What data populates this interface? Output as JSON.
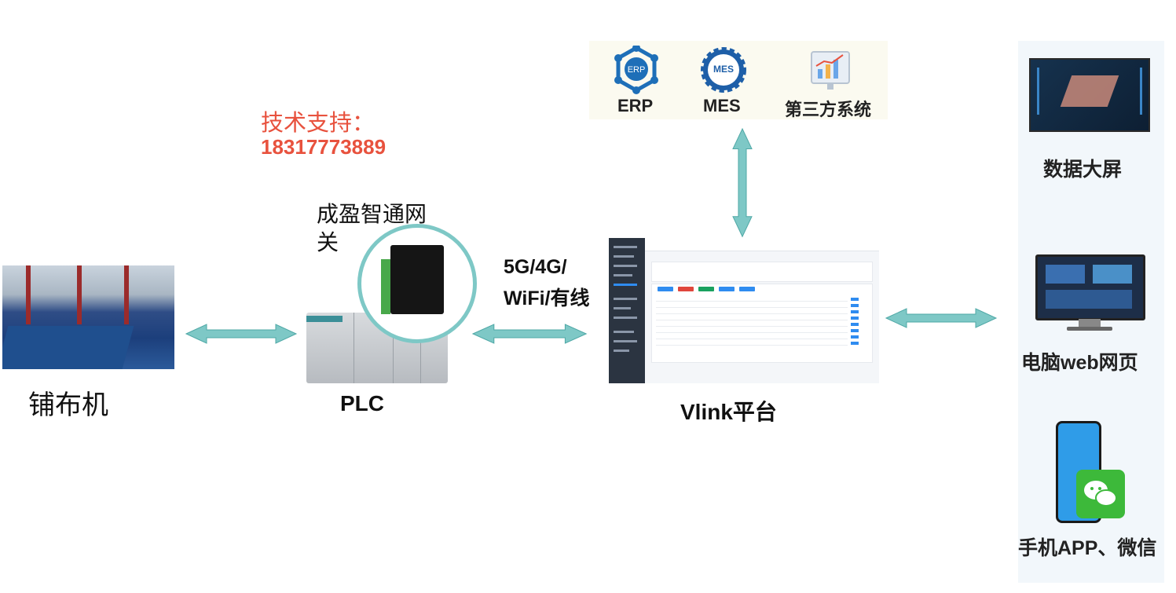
{
  "tech_support": {
    "title": "技术支持：",
    "phone": "18317773889"
  },
  "nodes": {
    "spreading_machine": "铺布机",
    "plc": "PLC",
    "gateway": "成盈智通网关",
    "gateway_line1": "成盈智通网",
    "gateway_line2": "关",
    "connectivity_line1": "5G/4G/",
    "connectivity_line2": "WiFi/有线",
    "vlink_platform": "Vlink平台"
  },
  "systems": [
    {
      "label": "ERP",
      "icon": "erp-gear-icon"
    },
    {
      "label": "MES",
      "icon": "mes-gear-icon"
    },
    {
      "label": "第三方系统",
      "icon": "report-board-icon"
    }
  ],
  "clients": [
    {
      "label": "数据大屏",
      "icon": "dashboard-screen-icon"
    },
    {
      "label": "电脑web网页",
      "icon": "desktop-monitor-icon"
    },
    {
      "label": "手机APP、微信",
      "icon": "phone-wechat-icon"
    }
  ],
  "icon_text": {
    "erp": "ERP",
    "mes": "MES"
  },
  "colors": {
    "accent_red": "#e8523e",
    "arrow_teal": "#7ec8c6",
    "gateway_ring": "#7ec8c6"
  }
}
